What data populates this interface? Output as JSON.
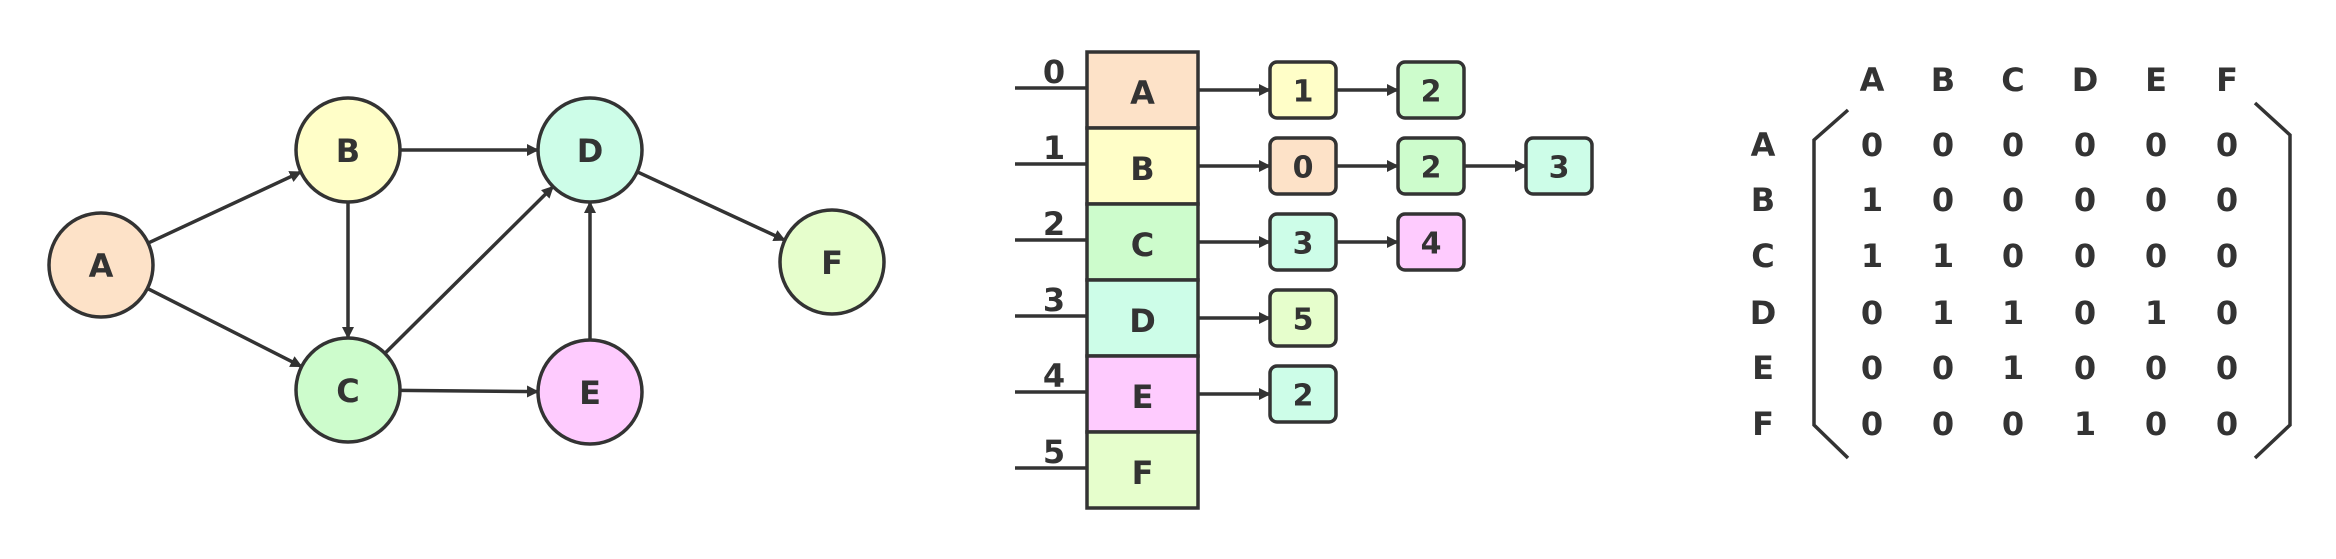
{
  "colors": {
    "stroke": "#333333",
    "text": "#333333",
    "highlight_zero": "#e0252b",
    "A": "#fde2c8",
    "B": "#fffec8",
    "C": "#cdfccc",
    "D": "#cdfde8",
    "E": "#fecbfe",
    "F": "#e6fecc"
  },
  "graph": {
    "nodes": [
      {
        "id": "A",
        "label": "A"
      },
      {
        "id": "B",
        "label": "B"
      },
      {
        "id": "C",
        "label": "C"
      },
      {
        "id": "D",
        "label": "D"
      },
      {
        "id": "E",
        "label": "E"
      },
      {
        "id": "F",
        "label": "F"
      }
    ],
    "edges": [
      {
        "from": "A",
        "to": "B"
      },
      {
        "from": "A",
        "to": "C"
      },
      {
        "from": "B",
        "to": "C"
      },
      {
        "from": "B",
        "to": "D"
      },
      {
        "from": "C",
        "to": "D"
      },
      {
        "from": "C",
        "to": "E"
      },
      {
        "from": "E",
        "to": "D"
      },
      {
        "from": "D",
        "to": "F"
      }
    ]
  },
  "adjacency_list": {
    "rows": [
      {
        "index": "0",
        "vertex": "A",
        "neighbors": [
          {
            "label": "1",
            "color_of": "B"
          },
          {
            "label": "2",
            "color_of": "C"
          }
        ]
      },
      {
        "index": "1",
        "vertex": "B",
        "neighbors": [
          {
            "label": "0",
            "color_of": "A"
          },
          {
            "label": "2",
            "color_of": "C"
          },
          {
            "label": "3",
            "color_of": "D"
          }
        ]
      },
      {
        "index": "2",
        "vertex": "C",
        "neighbors": [
          {
            "label": "3",
            "color_of": "D"
          },
          {
            "label": "4",
            "color_of": "E"
          }
        ]
      },
      {
        "index": "3",
        "vertex": "D",
        "neighbors": [
          {
            "label": "5",
            "color_of": "F"
          }
        ]
      },
      {
        "index": "4",
        "vertex": "E",
        "neighbors": [
          {
            "label": "2",
            "color_of": "D"
          }
        ]
      },
      {
        "index": "5",
        "vertex": "F",
        "neighbors": []
      }
    ]
  },
  "matrix": {
    "col_headers": [
      "A",
      "B",
      "C",
      "D",
      "E",
      "F"
    ],
    "row_headers": [
      "A",
      "B",
      "C",
      "D",
      "E",
      "F"
    ],
    "values": [
      [
        "0",
        "0",
        "0",
        "0",
        "0",
        "0"
      ],
      [
        "1",
        "0",
        "0",
        "0",
        "0",
        "0"
      ],
      [
        "1",
        "1",
        "0",
        "0",
        "0",
        "0"
      ],
      [
        "0",
        "1",
        "1",
        "0",
        "1",
        "0"
      ],
      [
        "0",
        "0",
        "1",
        "0",
        "0",
        "0"
      ],
      [
        "0",
        "0",
        "0",
        "1",
        "0",
        "0"
      ]
    ],
    "highlighted": [
      [
        false,
        true,
        true,
        false,
        false,
        false
      ],
      [
        false,
        false,
        true,
        true,
        false,
        false
      ],
      [
        false,
        false,
        false,
        true,
        true,
        false
      ],
      [
        false,
        false,
        false,
        false,
        false,
        true
      ],
      [
        false,
        false,
        false,
        true,
        false,
        false
      ],
      [
        false,
        false,
        false,
        false,
        false,
        false
      ]
    ]
  }
}
